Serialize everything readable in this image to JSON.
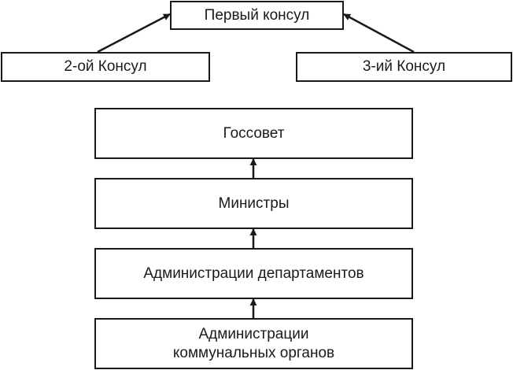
{
  "consuls": {
    "first": "Первый консул",
    "second": "2-ой Консул",
    "third": "3-ий Консул"
  },
  "hierarchy": {
    "gossovet": "Госсовет",
    "ministers": "Министры",
    "department_admin": "Администрации департаментов",
    "communal_admin": "Администрации\nкоммунальных органов"
  },
  "colors": {
    "line": "#1a1a1a",
    "background": "#ffffff"
  }
}
